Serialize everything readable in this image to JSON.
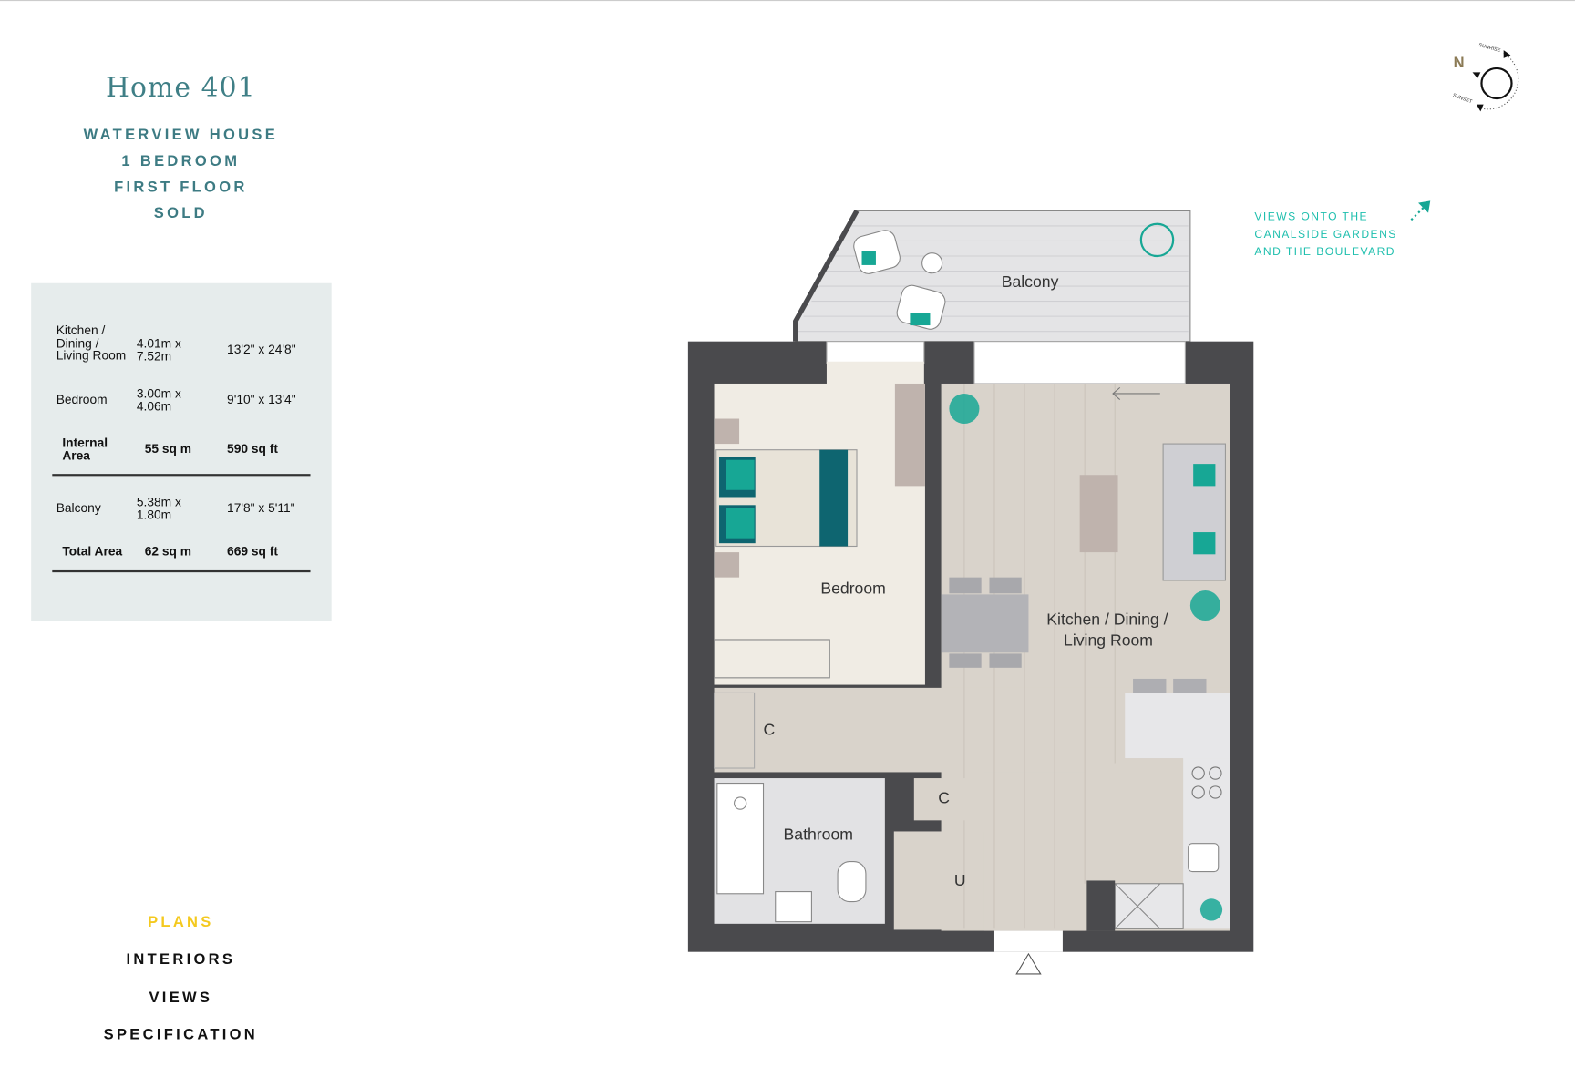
{
  "header": {
    "title": "Home 401",
    "building": "WATERVIEW HOUSE",
    "bedrooms": "1 BEDROOM",
    "floor": "FIRST FLOOR",
    "status": "SOLD"
  },
  "areas": {
    "rows": [
      {
        "name": "Kitchen / Dining / Living Room",
        "metric": "4.01m x 7.52m",
        "imperial": "13'2\" x 24'8\""
      },
      {
        "name": "Bedroom",
        "metric": "3.00m x 4.06m",
        "imperial": "9'10\" x 13'4\""
      },
      {
        "name": "Internal Area",
        "metric": "55 sq m",
        "imperial": "590 sq ft"
      },
      {
        "name": "Balcony",
        "metric": "5.38m x 1.80m",
        "imperial": "17'8\" x 5'11\""
      },
      {
        "name": "Total Area",
        "metric": "62 sq m",
        "imperial": "669 sq ft"
      }
    ]
  },
  "nav": {
    "items": [
      {
        "label": "PLANS",
        "active": true
      },
      {
        "label": "INTERIORS"
      },
      {
        "label": "VIEWS"
      },
      {
        "label": "SPECIFICATION"
      }
    ]
  },
  "compass": {
    "north": "N",
    "sunrise": "SUNRISE",
    "sunset": "SUNSET"
  },
  "views_note": [
    "VIEWS ONTO THE",
    "CANALSIDE GARDENS",
    "AND THE BOULEVARD"
  ],
  "plan": {
    "balcony": "Balcony",
    "bedroom": "Bedroom",
    "living1": "Kitchen / Dining /",
    "living2": "Living Room",
    "bathroom": "Bathroom",
    "cupboard": "C",
    "utility": "U"
  },
  "colors": {
    "teal": "#3d7b83",
    "accent": "#f4c91f",
    "green": "#17a795",
    "wall": "#4a4a4d"
  }
}
